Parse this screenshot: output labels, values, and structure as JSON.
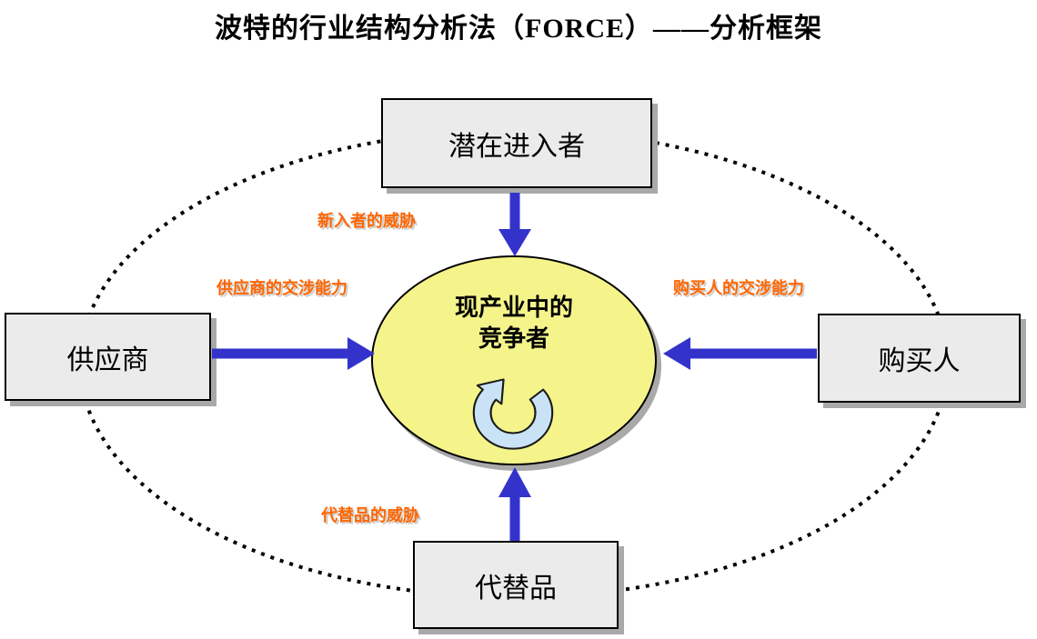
{
  "title": "波特的行业结构分析法（FORCE）——分析框架",
  "boxes": {
    "top": {
      "label": "潜在进入者"
    },
    "left": {
      "label": "供应商"
    },
    "right": {
      "label": "购买人"
    },
    "bottom": {
      "label": "代替品"
    }
  },
  "center": {
    "line1": "现产业中的",
    "line2": "竞争者",
    "icon": "rotate-arrow-icon"
  },
  "force_labels": {
    "new_entrants": "新入者的威胁",
    "suppliers": "供应商的交涉能力",
    "buyers": "购买人的交涉能力",
    "substitutes": "代替品的威胁"
  },
  "colors": {
    "arrow_blue": "#3333CC",
    "label_orange": "#FF6600",
    "box_fill": "#EBEBEB",
    "box_shadow": "#A9A9A9",
    "ellipse_fill": "#F5F48B",
    "rotate_icon_fill": "#C9E2F6",
    "dotted_ring": "#000000",
    "background": "#FFFFFF"
  }
}
